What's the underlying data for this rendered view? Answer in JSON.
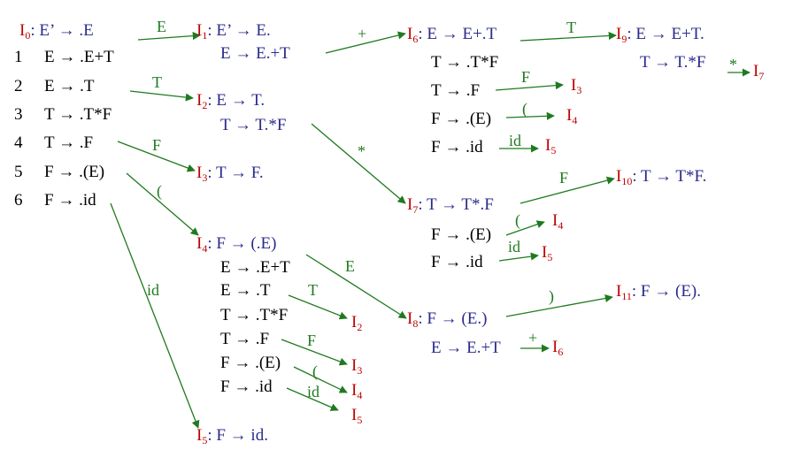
{
  "i0": {
    "state": "I",
    "sub": "0",
    "item": ": E’ → .E",
    "rows": [
      {
        "num": "1",
        "text": "E → .E+T"
      },
      {
        "num": "2",
        "text": "E → .T"
      },
      {
        "num": "3",
        "text": "T → .T*F"
      },
      {
        "num": "4",
        "text": "T → .F"
      },
      {
        "num": "5",
        "text": "F → .(E)"
      },
      {
        "num": "6",
        "text": "F → .id"
      }
    ]
  },
  "i1": {
    "state": "I",
    "sub": "1",
    "line1": ": E’ → E.",
    "line2": "E → E.+T"
  },
  "i2": {
    "state": "I",
    "sub": "2",
    "line1": ": E → T.",
    "line2": "T → T.*F"
  },
  "i3": {
    "state": "I",
    "sub": "3",
    "line1": ": T → F."
  },
  "i4": {
    "state": "I",
    "sub": "4",
    "line1": ": F → (.E)",
    "lines": [
      "E → .E+T",
      "E → .T",
      "T → .T*F",
      "T → .F",
      "F → .(E)",
      "F → .id"
    ]
  },
  "i5": {
    "state": "I",
    "sub": "5",
    "line1": ": F → id."
  },
  "i6": {
    "state": "I",
    "sub": "6",
    "line1": ": E → E+.T",
    "lines": [
      "T → .T*F",
      "T → .F",
      "F → .(E)",
      "F → .id"
    ]
  },
  "i7": {
    "state": "I",
    "sub": "7",
    "line1": ": T → T*.F",
    "lines": [
      "F → .(E)",
      "F → .id"
    ]
  },
  "i8": {
    "state": "I",
    "sub": "8",
    "line1": ": F → (E.)",
    "line2": "E → E.+T"
  },
  "i9": {
    "state": "I",
    "sub": "9",
    "line1": ": E → E+T.",
    "line2": "T → T.*F"
  },
  "i10": {
    "state": "I",
    "sub": "10",
    "line1": ": T → T*F."
  },
  "i11": {
    "state": "I",
    "sub": "11",
    "line1": ": F → (E)."
  },
  "targets": {
    "i6_f": {
      "state": "I",
      "sub": "3"
    },
    "i6_lp": {
      "state": "I",
      "sub": "4"
    },
    "i6_id": {
      "state": "I",
      "sub": "5"
    },
    "i7_lp": {
      "state": "I",
      "sub": "4"
    },
    "i7_id": {
      "state": "I",
      "sub": "5"
    },
    "i4_t": {
      "state": "I",
      "sub": "2"
    },
    "i4_f": {
      "state": "I",
      "sub": "3"
    },
    "i4_lp": {
      "state": "I",
      "sub": "4"
    },
    "i4_id": {
      "state": "I",
      "sub": "5"
    },
    "i8_plus": {
      "state": "I",
      "sub": "6"
    },
    "i9_star": {
      "state": "I",
      "sub": "7"
    }
  },
  "edges": {
    "e_E": "E",
    "e_T": "T",
    "e_F": "F",
    "e_lp": "(",
    "e_id": "id",
    "e_plus": "+",
    "e_star": "*",
    "i6_T": "T",
    "i6_F": "F",
    "i6_lp": "(",
    "i6_id": "id",
    "i7_F": "F",
    "i7_lp": "(",
    "i7_id": "id",
    "i4_E": "E",
    "i4_T": "T",
    "i4_F": "F",
    "i4_lp": "(",
    "i4_id": "id",
    "i8_rp": ")",
    "i8_plus": "+",
    "i9_star": "*"
  },
  "colors": {
    "state": "#c00000",
    "item": "#2b2b8c",
    "arrow": "#1f7a1f",
    "text": "#000000"
  }
}
